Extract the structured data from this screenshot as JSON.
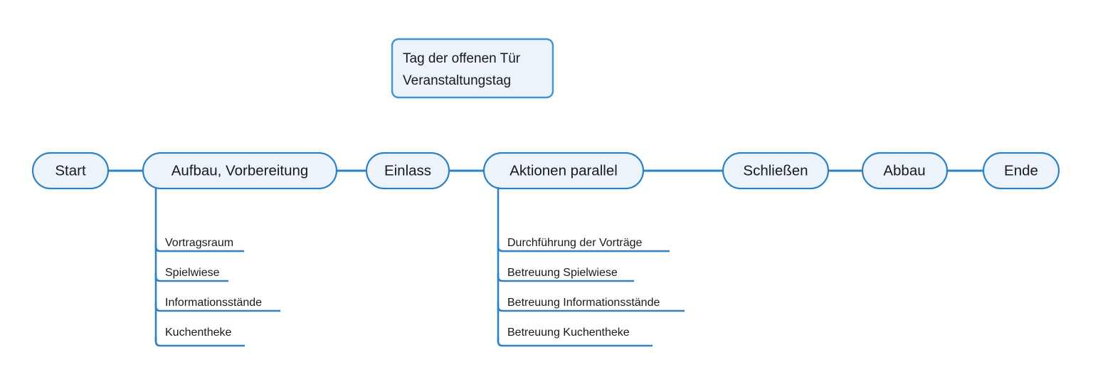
{
  "title_box": {
    "line1": "Tag der offenen Tür",
    "line2": "Veranstaltungstag"
  },
  "colors": {
    "node_fill": "#EDF3FA",
    "node_stroke": "#2E81C4",
    "line": "#2E81C4",
    "text": "#1a1a1a",
    "background": "#ffffff"
  },
  "flow": {
    "nodes": [
      {
        "label": "Start"
      },
      {
        "label": "Aufbau, Vorbereitung"
      },
      {
        "label": "Einlass"
      },
      {
        "label": "Aktionen parallel"
      },
      {
        "label": "Schließen"
      },
      {
        "label": "Abbau"
      },
      {
        "label": "Ende"
      }
    ]
  },
  "branches": [
    {
      "parent": "Aufbau, Vorbereitung",
      "items": [
        {
          "label": "Vortragsraum"
        },
        {
          "label": "Spielwiese"
        },
        {
          "label": "Informationsstände"
        },
        {
          "label": "Kuchentheke"
        }
      ]
    },
    {
      "parent": "Aktionen parallel",
      "items": [
        {
          "label": "Durchführung der Vorträge"
        },
        {
          "label": "Betreuung Spielwiese"
        },
        {
          "label": "Betreuung Informationsstände"
        },
        {
          "label": "Betreuung Kuchentheke"
        }
      ]
    }
  ]
}
